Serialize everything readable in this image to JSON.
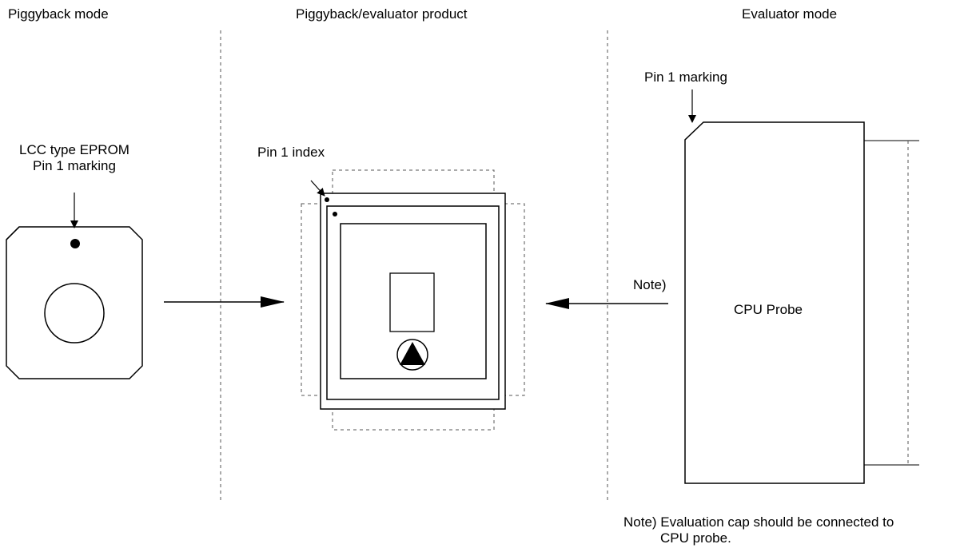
{
  "sections": {
    "piggyback_mode": "Piggyback mode",
    "product": "Piggyback/evaluator product",
    "evaluator_mode": "Evaluator mode"
  },
  "labels": {
    "eprom_line1": "LCC type EPROM",
    "eprom_line2": "Pin 1 marking",
    "pin1_index": "Pin 1 index",
    "pin1_marking": "Pin 1 marking",
    "note": "Note)",
    "cpu_probe": "CPU Probe"
  },
  "footnote": {
    "line1": "Note) Evaluation cap should be connected to",
    "line2": "CPU probe."
  }
}
